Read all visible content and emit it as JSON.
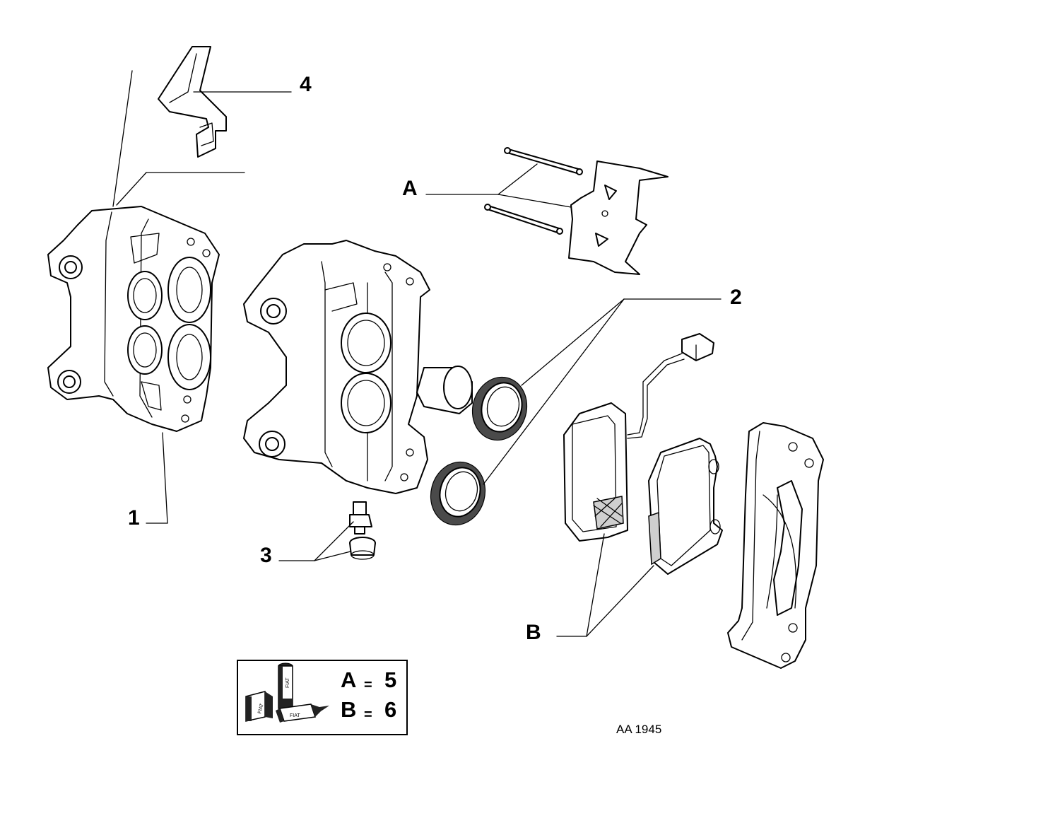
{
  "callouts": {
    "c1": "1",
    "c2": "2",
    "c3": "3",
    "c4": "4",
    "cA": "A",
    "cB": "B"
  },
  "kit_box": {
    "line1_letter": "A",
    "line1_qty": "5",
    "line2_letter": "B",
    "line2_qty": "6",
    "equals": "=",
    "can_label": "FIAT",
    "pack_label_1": "FIAT",
    "pack_label_2": "FIAT"
  },
  "diagram_code": "AA 1945"
}
